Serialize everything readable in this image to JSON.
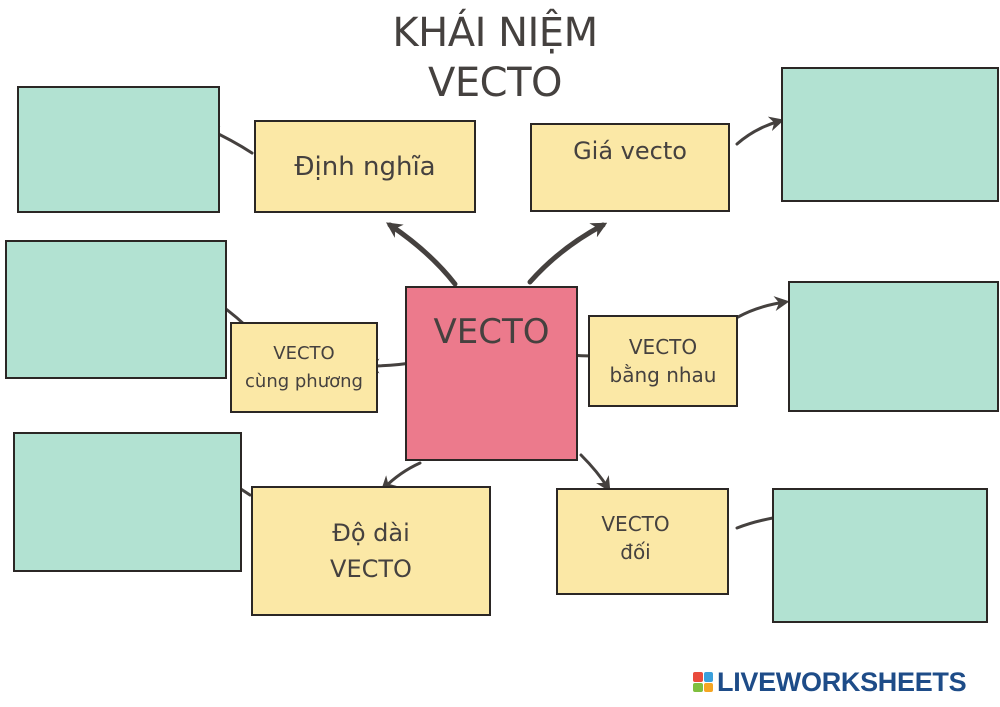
{
  "title": {
    "line1": "KHÁI NIỆM",
    "line2": "VECTO"
  },
  "center": {
    "label": "VECTO"
  },
  "concepts": {
    "definition": "Định nghĩa",
    "support": "Giá vecto",
    "collinear_line1": "VECTO",
    "collinear_line2": "cùng phương",
    "equal_line1": "VECTO",
    "equal_line2": "bằng nhau",
    "length_line1": "Độ dài",
    "length_line2": "VECTO",
    "opposite_line1": "VECTO",
    "opposite_line2": "đối"
  },
  "brand": {
    "name": "LIVEWORKSHEETS",
    "icon": "liveworksheets-logo-icon"
  },
  "colors": {
    "teal_box": "#b2e2d2",
    "yellow_box": "#fbe8a6",
    "center_box": "#ec7a8c",
    "arrow": "#45413f",
    "brand": "#1e4c88"
  }
}
